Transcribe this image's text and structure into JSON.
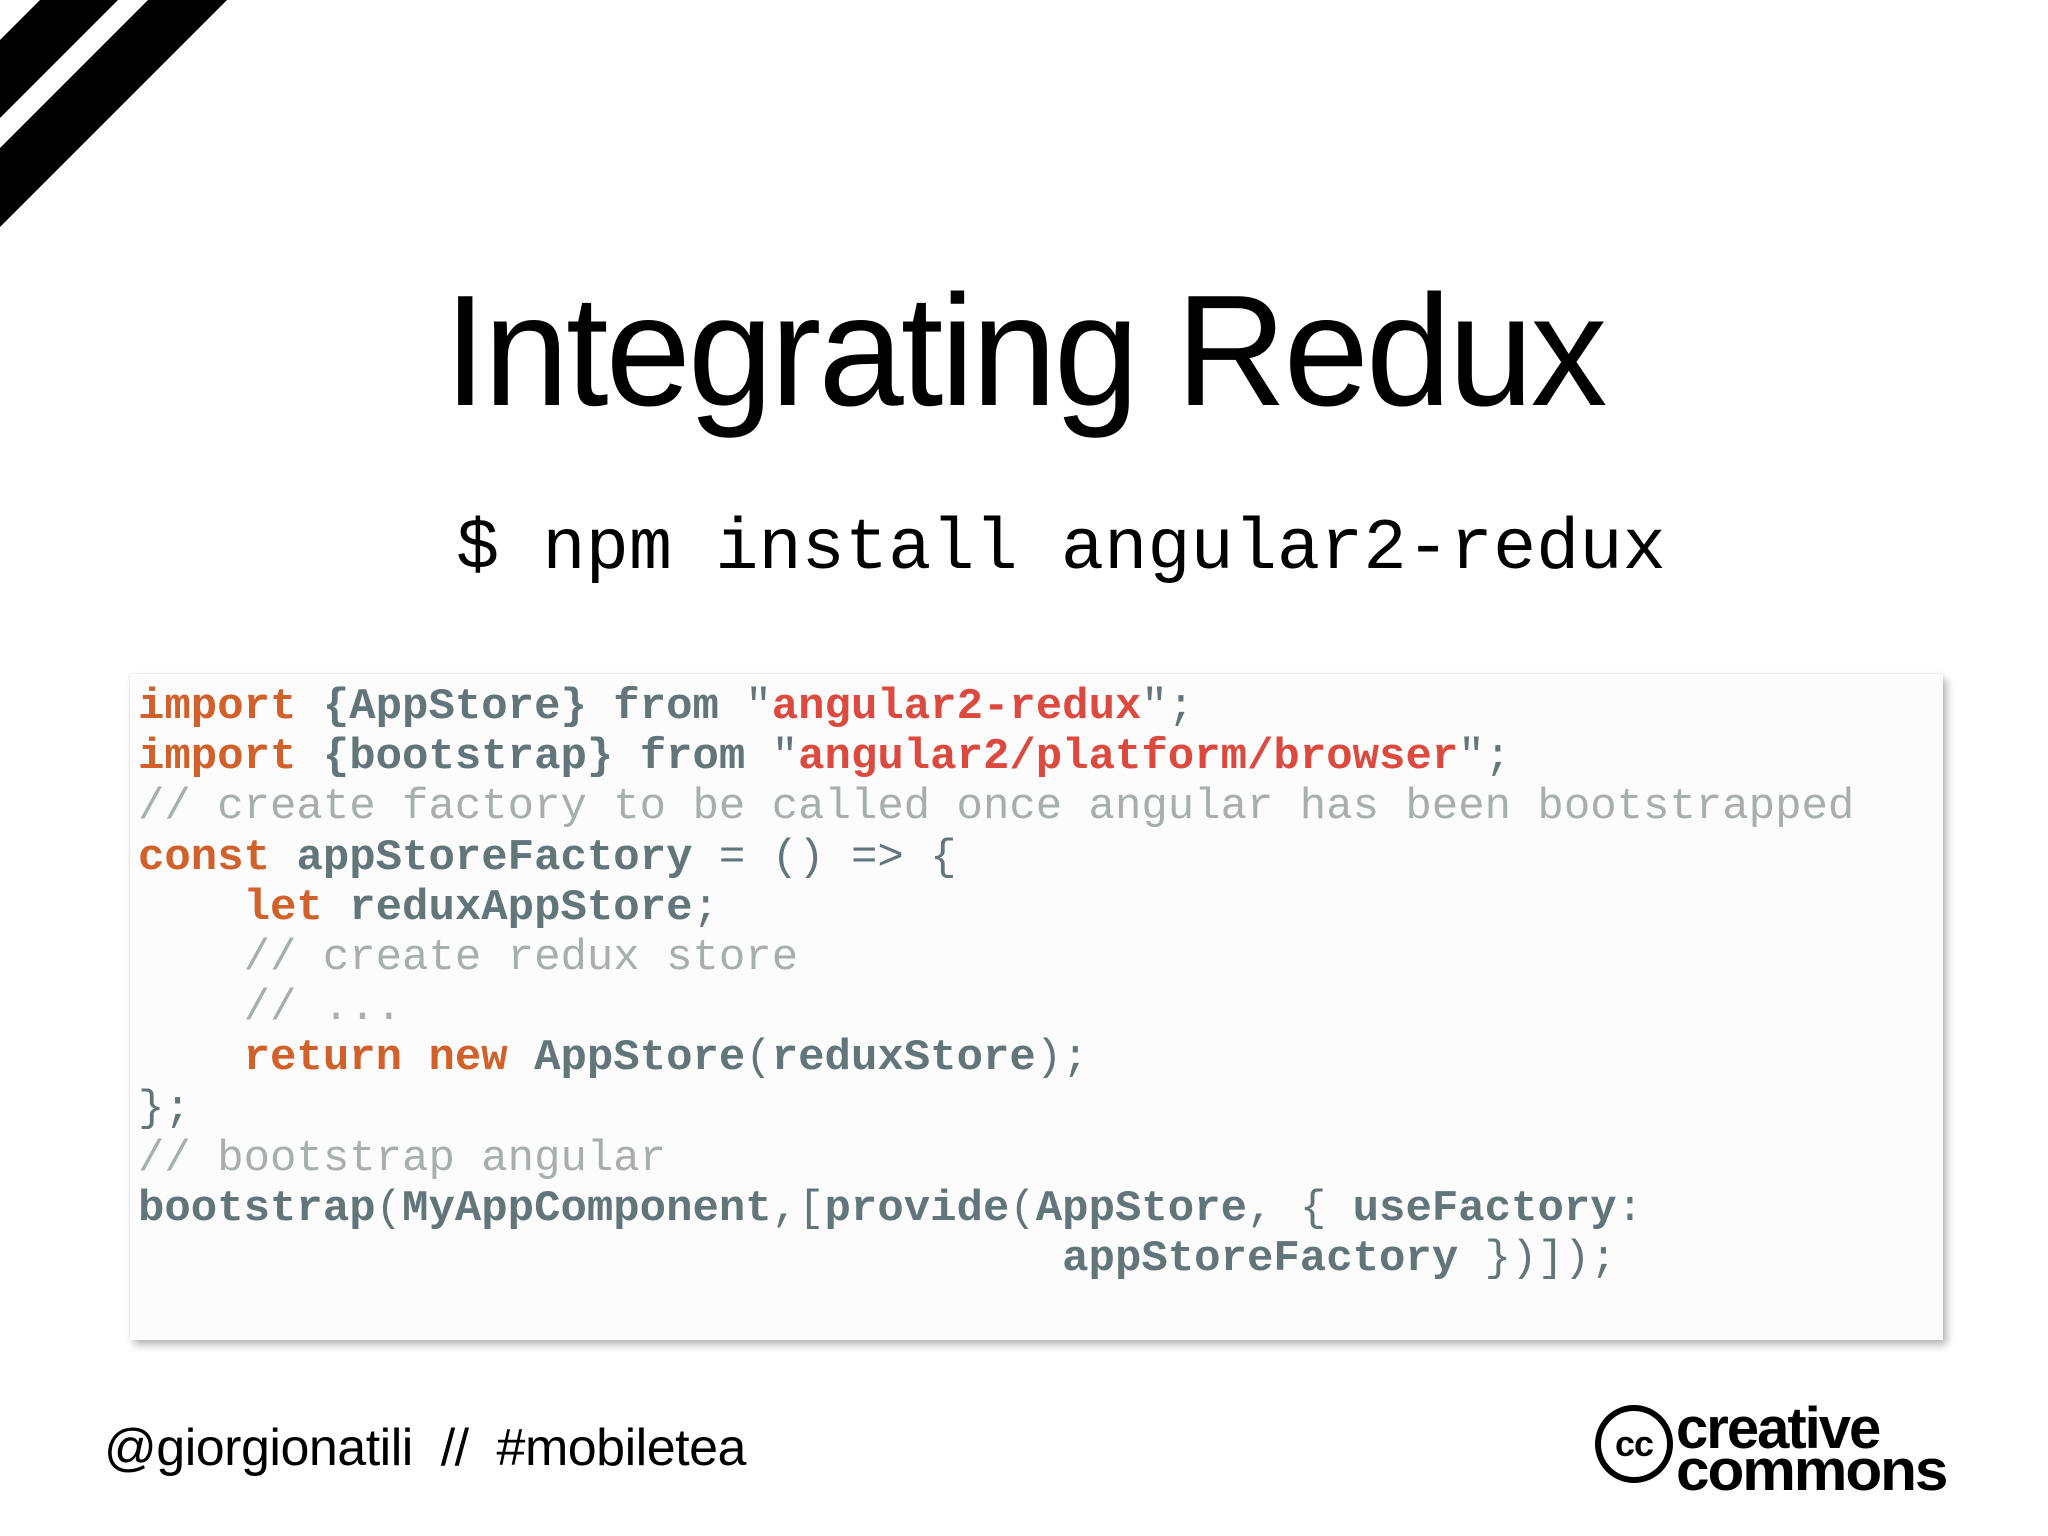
{
  "slide": {
    "title": "Integrating Redux",
    "install_command": "$ npm install angular2-redux"
  },
  "code_block": {
    "language": "javascript",
    "colors": {
      "keyword": "#d2602a",
      "identifier": "#627579",
      "string": "#dc4a3f",
      "comment": "#a8adad",
      "background": "#fcfcfd"
    },
    "lines": [
      [
        {
          "type": "kw",
          "text": "import"
        },
        {
          "type": "punc",
          "text": " "
        },
        {
          "type": "id",
          "text": "{AppStore}"
        },
        {
          "type": "punc",
          "text": " "
        },
        {
          "type": "id",
          "text": "from"
        },
        {
          "type": "punc",
          "text": " \""
        },
        {
          "type": "str",
          "text": "angular2-redux"
        },
        {
          "type": "punc",
          "text": "\";"
        }
      ],
      [
        {
          "type": "kw",
          "text": "import"
        },
        {
          "type": "punc",
          "text": " "
        },
        {
          "type": "id",
          "text": "{bootstrap}"
        },
        {
          "type": "punc",
          "text": " "
        },
        {
          "type": "id",
          "text": "from"
        },
        {
          "type": "punc",
          "text": " \""
        },
        {
          "type": "str",
          "text": "angular2/platform/browser"
        },
        {
          "type": "punc",
          "text": "\";"
        }
      ],
      [
        {
          "type": "cm",
          "text": "// create factory to be called once angular has been bootstrapped"
        }
      ],
      [
        {
          "type": "kw",
          "text": "const"
        },
        {
          "type": "punc",
          "text": " "
        },
        {
          "type": "id",
          "text": "appStoreFactory"
        },
        {
          "type": "punc",
          "text": " = () => {"
        }
      ],
      [
        {
          "type": "punc",
          "text": "    "
        },
        {
          "type": "kw",
          "text": "let"
        },
        {
          "type": "punc",
          "text": " "
        },
        {
          "type": "id",
          "text": "reduxAppStore"
        },
        {
          "type": "punc",
          "text": ";"
        }
      ],
      [
        {
          "type": "punc",
          "text": "    "
        },
        {
          "type": "cm",
          "text": "// create redux store"
        }
      ],
      [
        {
          "type": "punc",
          "text": "    "
        },
        {
          "type": "cm",
          "text": "// ..."
        }
      ],
      [
        {
          "type": "punc",
          "text": "    "
        },
        {
          "type": "kw",
          "text": "return"
        },
        {
          "type": "punc",
          "text": " "
        },
        {
          "type": "kw",
          "text": "new"
        },
        {
          "type": "punc",
          "text": " "
        },
        {
          "type": "id",
          "text": "AppStore"
        },
        {
          "type": "punc",
          "text": "("
        },
        {
          "type": "id",
          "text": "reduxStore"
        },
        {
          "type": "punc",
          "text": ");"
        }
      ],
      [
        {
          "type": "punc",
          "text": "};"
        }
      ],
      [
        {
          "type": "cm",
          "text": "// bootstrap angular"
        }
      ],
      [
        {
          "type": "id",
          "text": "bootstrap"
        },
        {
          "type": "punc",
          "text": "("
        },
        {
          "type": "id",
          "text": "MyAppComponent"
        },
        {
          "type": "punc",
          "text": ",["
        },
        {
          "type": "id",
          "text": "provide"
        },
        {
          "type": "punc",
          "text": "("
        },
        {
          "type": "id",
          "text": "AppStore"
        },
        {
          "type": "punc",
          "text": ", { "
        },
        {
          "type": "id",
          "text": "useFactory"
        },
        {
          "type": "punc",
          "text": ":"
        }
      ],
      [
        {
          "type": "punc",
          "text": "                                   "
        },
        {
          "type": "id",
          "text": "appStoreFactory"
        },
        {
          "type": "punc",
          "text": " })]);"
        }
      ]
    ]
  },
  "footer": {
    "handle": "@giorgionatili  //  #mobiletea",
    "license_logo": {
      "icon": "creative-commons-icon",
      "badge_text": "cc",
      "line1": "creative",
      "line2": "commons"
    }
  },
  "decoration": {
    "corner_stripes_color": "#000000"
  }
}
